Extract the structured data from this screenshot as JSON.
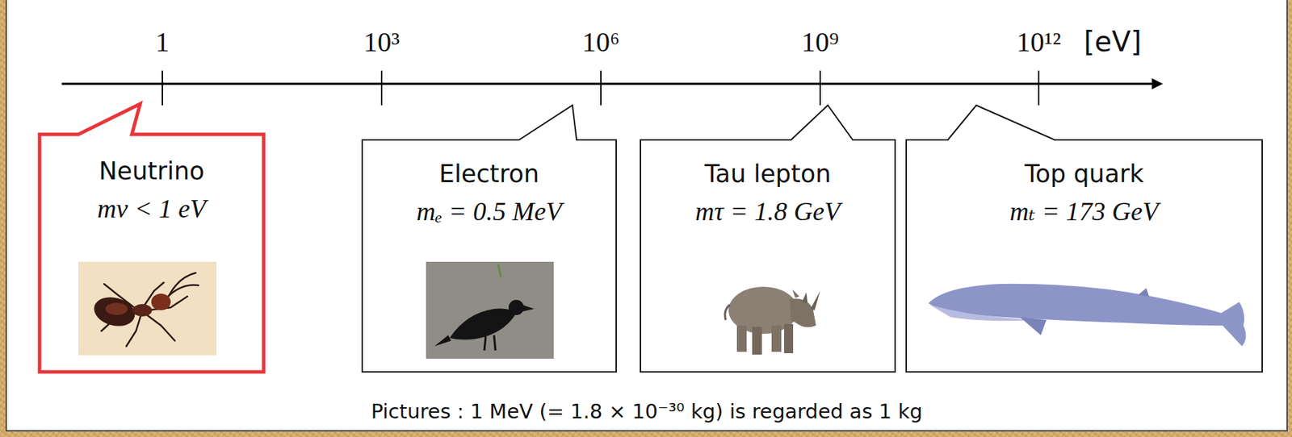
{
  "diagram": {
    "caption": "Pictures : 1 MeV (= 1.8 × 10⁻³⁰ kg) is regarded as 1 kg",
    "nodes": [
      {
        "text": [
          "Neutrino",
          "mν < 1 eV"
        ]
      },
      {
        "text": [
          "Electron",
          "mₑ = 0.5 MeV"
        ]
      },
      {
        "text": [
          "Tau lepton",
          "mτ = 1.8 GeV"
        ]
      },
      {
        "text": [
          "Top quark",
          "mₜ = 173 GeV"
        ]
      }
    ],
    "labels": [
      "1",
      "10³",
      "10⁶",
      "10⁹",
      "10¹²",
      "[eV]"
    ]
  }
}
